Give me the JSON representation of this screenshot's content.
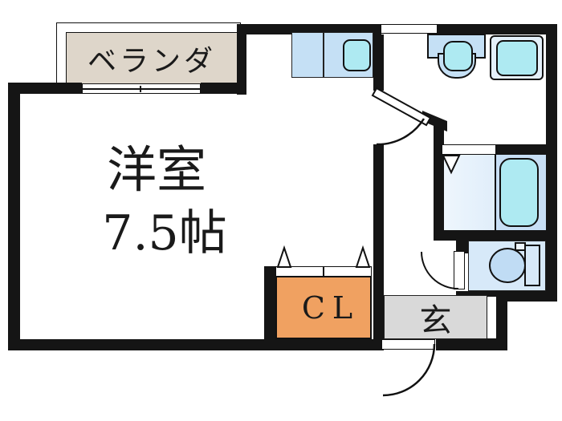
{
  "floorplan": {
    "balcony": {
      "label": "ベランダ"
    },
    "main_room": {
      "name": "洋室",
      "size": "7.5帖"
    },
    "closet": {
      "label": "CL"
    },
    "entrance_hall": {
      "label": "玄"
    },
    "fixtures": [
      "kitchen-counter",
      "kitchen-sink",
      "washbasin",
      "washing-machine-pan",
      "bathtub",
      "toilet",
      "balcony-window",
      "kitchen-window",
      "room-door",
      "bathroom-sliding-door",
      "toilet-door",
      "closet-folding-doors",
      "entrance-door",
      "shoe-cabinet"
    ],
    "colors": {
      "wall": "#151515",
      "text": "#1a1a1a",
      "balcony_floor": "#ded6ca",
      "fixture_blue": "#c5e0f5",
      "fixture_cyan": "#aeeaf2",
      "washer_outer": "#e4f0fa",
      "bath_floor_light": "#eef6fd",
      "bath_floor": "#d2e5f7",
      "tub_zone": "#c8dff5",
      "toilet_floor": "#d7e9f9",
      "toilet_bowl": "#c0dcf4",
      "toilet_button": "#ecf4fc",
      "closet_orange": "#f0a161",
      "genkan_gray": "#d9d9d9"
    }
  }
}
